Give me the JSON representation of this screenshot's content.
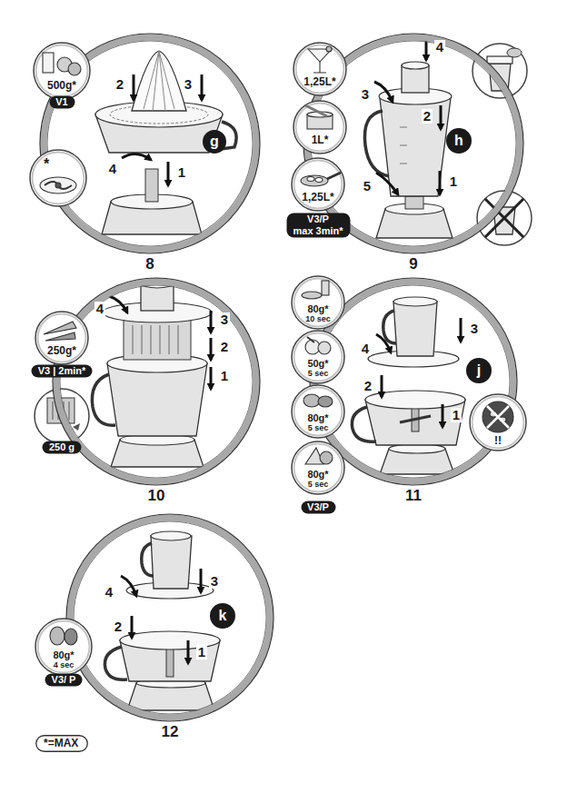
{
  "diagram": {
    "nodes": [
      {
        "text": [
          "8"
        ]
      },
      {
        "text": [
          "500g*"
        ],
        "in": 0
      },
      {
        "text": [
          "V1"
        ],
        "in": 0
      },
      {
        "text": [
          "*"
        ],
        "in": 0
      },
      {
        "text": [
          "g"
        ],
        "in": 0
      },
      {
        "text": [
          "9"
        ]
      },
      {
        "text": [
          "1,25L*"
        ],
        "in": 5
      },
      {
        "text": [
          "1L*"
        ],
        "in": 5
      },
      {
        "text": [
          "1,25L*"
        ],
        "in": 5
      },
      {
        "text": [
          "V3/P",
          "max 3min*"
        ],
        "in": 5
      },
      {
        "text": [
          "h"
        ],
        "in": 5
      },
      {
        "text": [
          "10"
        ]
      },
      {
        "text": [
          "250g*"
        ],
        "in": 11
      },
      {
        "text": [
          "V3 | 2min*"
        ],
        "in": 11
      },
      {
        "text": [
          "250 g"
        ],
        "in": 11
      },
      {
        "text": [
          "11"
        ]
      },
      {
        "text": [
          "80g*",
          "10 sec"
        ],
        "in": 15
      },
      {
        "text": [
          "50g*",
          "5 sec"
        ],
        "in": 15
      },
      {
        "text": [
          "80g*",
          "5 sec"
        ],
        "in": 15
      },
      {
        "text": [
          "80g*",
          "5 sec"
        ],
        "in": 15
      },
      {
        "text": [
          "V3/P"
        ],
        "in": 15
      },
      {
        "text": [
          "j"
        ],
        "in": 15
      },
      {
        "text": [
          "!!"
        ],
        "in": 15
      },
      {
        "text": [
          "12"
        ]
      },
      {
        "text": [
          "80g*",
          "4 sec"
        ],
        "in": 23
      },
      {
        "text": [
          "V3/ P"
        ],
        "in": 23
      },
      {
        "text": [
          "k"
        ],
        "in": 23
      },
      {
        "text": [
          "*=MAX"
        ]
      }
    ],
    "labels": [
      "2",
      "3",
      "4",
      "1",
      "4",
      "3",
      "2",
      "5",
      "1",
      "4",
      "3",
      "2",
      "1",
      "4",
      "3",
      "2",
      "1",
      "4",
      "3",
      "2",
      "1"
    ]
  }
}
